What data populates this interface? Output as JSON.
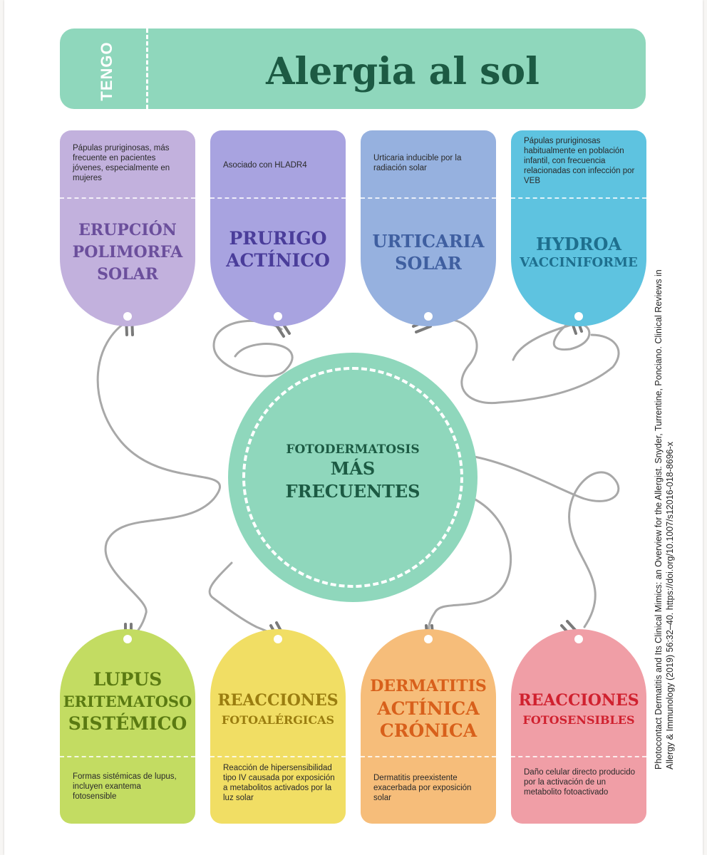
{
  "header": {
    "badge": "TENGO",
    "title": "Alergia al sol"
  },
  "center": {
    "line1": "FOTODERMATOSIS",
    "line2": "MÁS",
    "line3": "FRECUENTES"
  },
  "top_tags": [
    {
      "desc": "Pápulas pruriginosas, más frecuente en pacientes jóvenes, especialmente en mujeres",
      "name_lines": [
        "ERUPCIÓN",
        "POLIMORFA",
        "SOLAR"
      ],
      "color": "#c2b1dd",
      "text_color": "#6b4f9c"
    },
    {
      "desc": "Asociado con HLADR4",
      "name_lines": [
        "PRURIGO",
        "ACTÍNICO"
      ],
      "color": "#a8a3e0",
      "text_color": "#4a3d9a"
    },
    {
      "desc": "Urticaria inducible por la radiación solar",
      "name_lines": [
        "URTICARIA",
        "SOLAR"
      ],
      "color": "#96b1df",
      "text_color": "#3f5fa0"
    },
    {
      "desc": "Pápulas pruriginosas habitualmente en población infantil, con frecuencia relacionadas con infección por VEB",
      "name_lines": [
        "HYDROA",
        "VACCINIFORME"
      ],
      "color": "#5ec3e0",
      "text_color": "#1e6f8e"
    }
  ],
  "bottom_tags": [
    {
      "name_lines": [
        "LUPUS",
        "ERITEMATOSO",
        "SISTÉMICO"
      ],
      "desc": "Formas sistémicas de lupus, incluyen exantema fotosensible",
      "color": "#c3dc62",
      "text_color": "#5a7a12"
    },
    {
      "name_lines": [
        "REACCIONES",
        "FOTOALÉRGICAS"
      ],
      "desc": "Reacción de hipersensibilidad tipo IV causada por exposición a metabolitos activados por la luz solar",
      "color": "#f1de64",
      "text_color": "#9a7d10"
    },
    {
      "name_lines": [
        "DERMATITIS",
        "ACTÍNICA",
        "CRÓNICA"
      ],
      "desc": "Dermatitis preexistente exacerbada por exposición solar",
      "color": "#f6bd7a",
      "text_color": "#d8601b"
    },
    {
      "name_lines": [
        "REACCIONES",
        "FOTOSENSIBLES"
      ],
      "desc": "Daño celular directo producido por la activación de un metabolito fotoactivado",
      "color": "#f09ea6",
      "text_color": "#d0212f"
    }
  ],
  "citation": "Photocontact Dermatitis and Its Clinical Mimics: an Overview for the Allergist. Snyder, Turrentine, Ponciano. Clinical Reviews in Allergy & Immunology (2019) 56:32–40. https://doi.org/10.1007/s12016-018-8696-x"
}
